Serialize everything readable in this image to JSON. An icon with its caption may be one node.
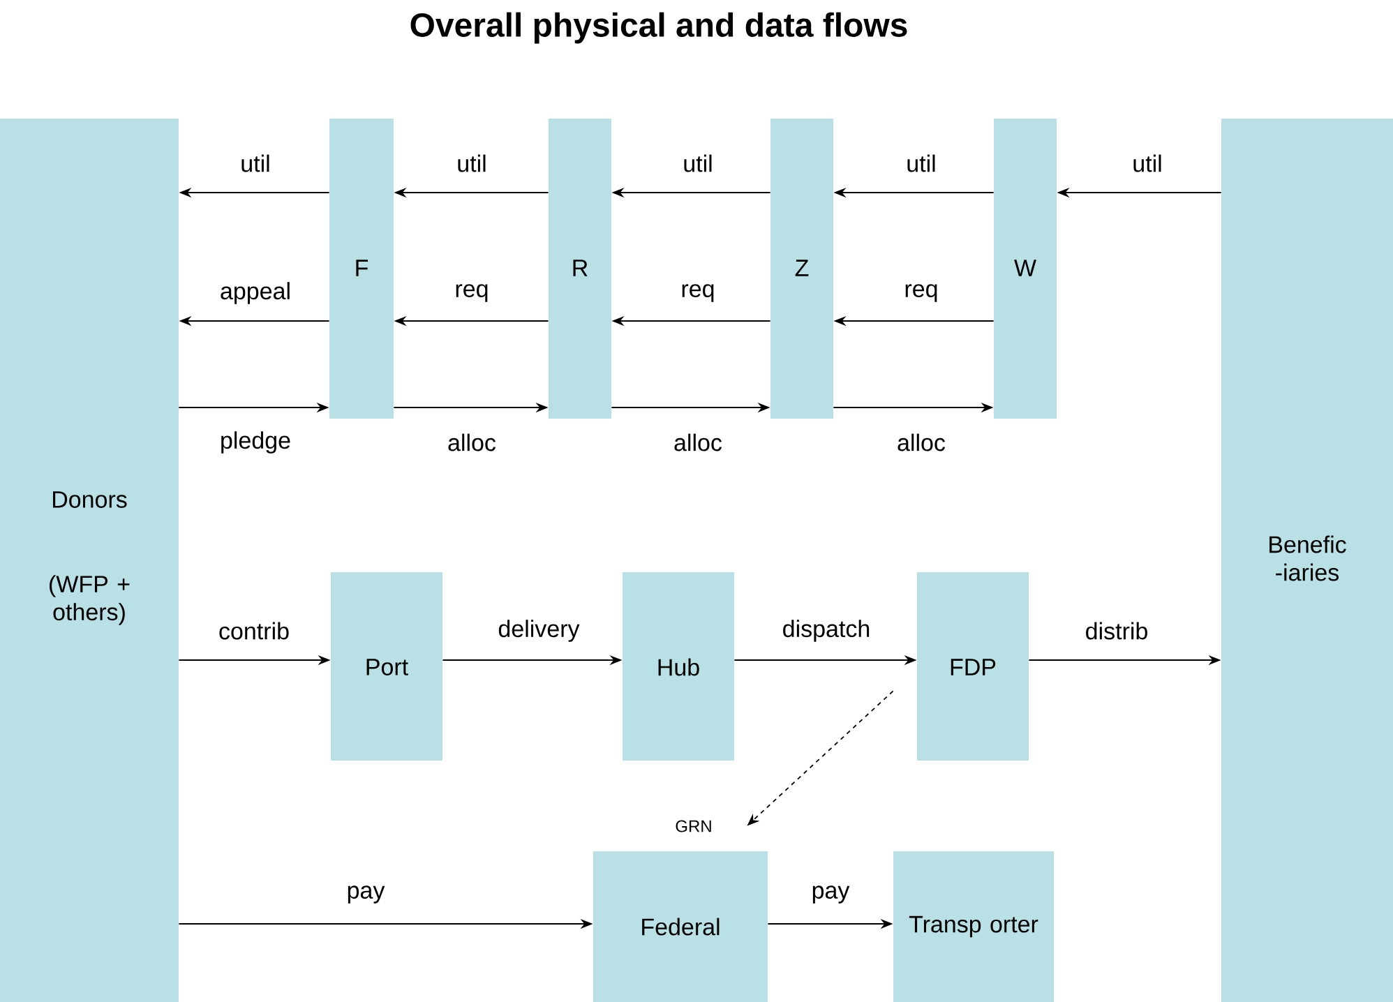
{
  "diagram": {
    "title": "Overall physical and data flows",
    "nodes": [
      {
        "text": [
          "Donors",
          "(WFP + others)"
        ]
      },
      {
        "text": [
          "F"
        ]
      },
      {
        "text": [
          "R"
        ]
      },
      {
        "text": [
          "Z"
        ]
      },
      {
        "text": [
          "W"
        ]
      },
      {
        "text": [
          "Benefic -iaries"
        ]
      },
      {
        "text": [
          "Port"
        ]
      },
      {
        "text": [
          "Hub"
        ]
      },
      {
        "text": [
          "FDP"
        ]
      },
      {
        "text": [
          "Federal"
        ]
      },
      {
        "text": [
          "Transp orter"
        ]
      }
    ],
    "edges": [
      {
        "from": 1,
        "to": 0,
        "arrow": "to",
        "label": "util"
      },
      {
        "from": 2,
        "to": 1,
        "arrow": "to",
        "label": "util"
      },
      {
        "from": 3,
        "to": 2,
        "arrow": "to",
        "label": "util"
      },
      {
        "from": 4,
        "to": 3,
        "arrow": "to",
        "label": "util"
      },
      {
        "from": 5,
        "to": 4,
        "arrow": "to",
        "label": "util"
      },
      {
        "from": 1,
        "to": 0,
        "arrow": "to",
        "label": "appeal"
      },
      {
        "from": 2,
        "to": 1,
        "arrow": "to",
        "label": "req"
      },
      {
        "from": 3,
        "to": 2,
        "arrow": "to",
        "label": "req"
      },
      {
        "from": 4,
        "to": 3,
        "arrow": "to",
        "label": "req"
      },
      {
        "from": 0,
        "to": 1,
        "arrow": "to",
        "label": "pledge"
      },
      {
        "from": 1,
        "to": 2,
        "arrow": "to",
        "label": "alloc"
      },
      {
        "from": 2,
        "to": 3,
        "arrow": "to",
        "label": "alloc"
      },
      {
        "from": 3,
        "to": 4,
        "arrow": "to",
        "label": "alloc"
      },
      {
        "from": 0,
        "to": 6,
        "arrow": "to",
        "label": "contrib"
      },
      {
        "from": 6,
        "to": 7,
        "arrow": "to",
        "label": "delivery"
      },
      {
        "from": 7,
        "to": 8,
        "arrow": "to",
        "label": "dispatch"
      },
      {
        "from": 8,
        "to": 5,
        "arrow": "to",
        "label": "distrib"
      },
      {
        "from": 8,
        "to": 9,
        "arrow": "to",
        "label": "GRN",
        "style": "dashed"
      },
      {
        "from": 0,
        "to": 9,
        "arrow": "to",
        "label": "pay"
      },
      {
        "from": 9,
        "to": 10,
        "arrow": "to",
        "label": "pay"
      }
    ]
  }
}
